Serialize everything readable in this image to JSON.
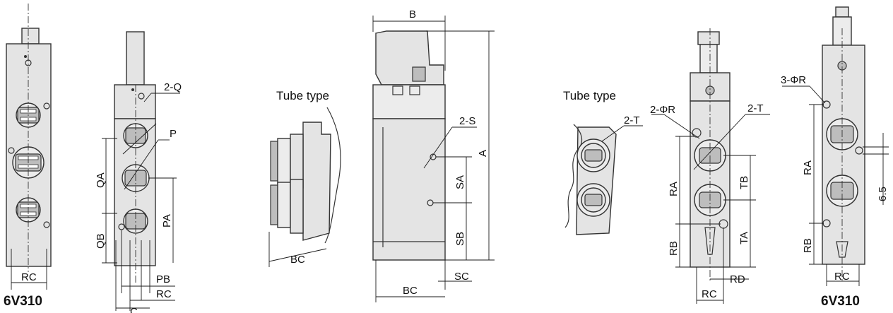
{
  "views": {
    "left_front": {
      "labels": {
        "rc": "RC",
        "model": "6V310"
      }
    },
    "left_side": {
      "labels": {
        "q": "2-Q",
        "p": "P",
        "qa": "QA",
        "qb": "QB",
        "pa": "PA",
        "pb": "PB",
        "rc": "RC",
        "c": "C"
      }
    },
    "tube_a": {
      "labels": {
        "caption": "Tube type",
        "bc": "BC"
      }
    },
    "center_side": {
      "labels": {
        "b": "B",
        "a": "A",
        "s": "2-S",
        "sa": "SA",
        "sb": "SB",
        "sc": "SC",
        "bc": "BC"
      }
    },
    "tube_b": {
      "labels": {
        "caption": "Tube type",
        "t": "2-T"
      }
    },
    "right_side": {
      "labels": {
        "r": "2-ΦR",
        "t": "2-T",
        "ra": "RA",
        "rb": "RB",
        "tb": "TB",
        "ta": "TA",
        "rd": "RD",
        "rc": "RC"
      }
    },
    "right_front": {
      "labels": {
        "r": "3-ΦR",
        "ra": "RA",
        "rb": "RB",
        "val": "6.5",
        "rc": "RC",
        "model": "6V310"
      }
    }
  }
}
